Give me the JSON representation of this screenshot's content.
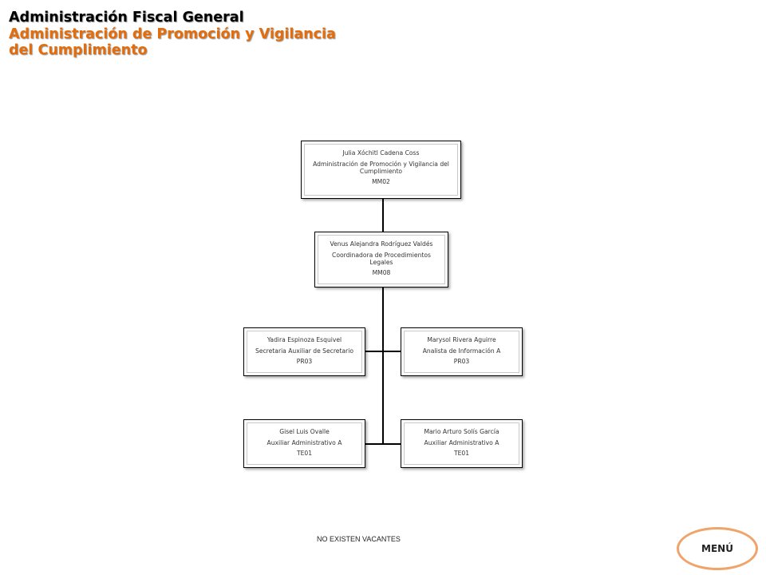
{
  "header": {
    "title": "Administración Fiscal General",
    "subtitle_line1": "Administración de Promoción y Vigilancia",
    "subtitle_line2": "del Cumplimiento"
  },
  "org_chart": {
    "nodes": [
      {
        "id": "n1",
        "name": "Julia Xóchitl Cadena Coss",
        "role": "Administración de Promoción y Vigilancia del Cumplimiento",
        "code": "MM02"
      },
      {
        "id": "n2",
        "name": "Venus Alejandra Rodríguez Valdés",
        "role": "Coordinadora de Procedimientos Legales",
        "code": "MM08"
      },
      {
        "id": "n3",
        "name": "Yadira Espinoza Esquivel",
        "role": "Secretaria Auxiliar de Secretario",
        "code": "PR03"
      },
      {
        "id": "n4",
        "name": "Marysol Rivera Aguirre",
        "role": "Analista de Información A",
        "code": "PR03"
      },
      {
        "id": "n5",
        "name": "Gisel Luis Ovalle",
        "role": "Auxiliar Administrativo A",
        "code": "TE01"
      },
      {
        "id": "n6",
        "name": "Mario Arturo Solís García",
        "role": "Auxiliar Administrativo A",
        "code": "TE01"
      }
    ]
  },
  "footer": {
    "note": "NO EXISTEN VACANTES",
    "menu_label": "MENÚ"
  },
  "colors": {
    "accent": "#e46c0a",
    "menu_border": "#f0a36a"
  }
}
